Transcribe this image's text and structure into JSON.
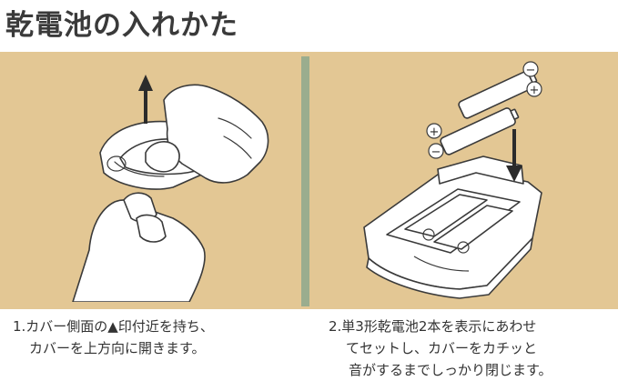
{
  "title": "乾電池の入れかた",
  "steps": [
    {
      "lines": [
        "1.カバー側面の▲印付近を持ち、",
        "カバーを上方向に開きます。"
      ],
      "illustration": "hand-opening-cover"
    },
    {
      "lines": [
        "2.単3形乾電池2本を表示にあわせ",
        "てセットし、カバーをカチッと",
        "音がするまでしっかり閉じます。"
      ],
      "illustration": "batteries-into-compartment",
      "polarity_marks": [
        "−",
        "+",
        "+",
        "−"
      ]
    }
  ],
  "colors": {
    "panel": "#e3c794",
    "divider": "#9aad8e",
    "line_art": "#3a3a3a"
  }
}
